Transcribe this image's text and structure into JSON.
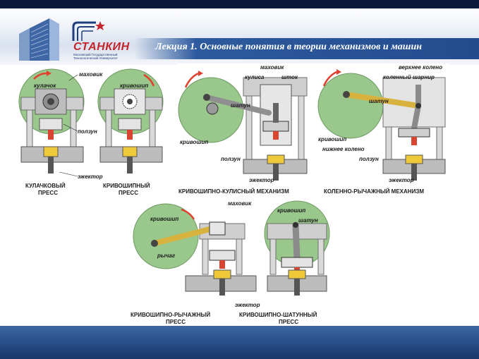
{
  "slide": {
    "title": "Лекция 1. Основные понятия в теории механизмов и машин"
  },
  "logo": {
    "name": "СТАНКИН",
    "subtitle": "Московский Государственный Технологический Университет"
  },
  "figures": {
    "cam_press": {
      "caption_line1": "КУЛАЧКОВЫЙ",
      "caption_line2": "ПРЕСС",
      "flywheel": "маховик",
      "cam": "кулачок",
      "slider": "ползун",
      "ejector": "эжектор"
    },
    "crank_press": {
      "caption_line1": "КРИВОШИПНЫЙ",
      "caption_line2": "ПРЕСС",
      "crank": "кривошип"
    },
    "crank_rocker": {
      "caption": "КРИВОШИПНО-КУЛИСНЫЙ МЕХАНИЗМ",
      "flywheel": "маховик",
      "rocker": "кулиса",
      "rod": "шток",
      "conrod": "шатун",
      "crank": "кривошип",
      "slider": "ползун",
      "ejector": "эжектор"
    },
    "knee_lever": {
      "caption": "КОЛЕННО-РЫЧАЖНЫЙ МЕХАНИЗМ",
      "upper_knee": "верхнее колено",
      "knee_joint": "коленный шарнир",
      "conrod": "шатун",
      "crank": "кривошип",
      "lower_knee": "нижнее колено",
      "slider": "ползун",
      "ejector": "эжектор"
    },
    "crank_lever_press": {
      "caption_line1": "КРИВОШИПНО-РЫЧАЖНЫЙ",
      "caption_line2": "ПРЕСС",
      "flywheel": "маховик",
      "crank": "кривошип",
      "lever": "рычаг",
      "ejector": "эжектор"
    },
    "crank_conrod_press": {
      "caption_line1": "КРИВОШИПНО-ШАТУННЫЙ",
      "caption_line2": "ПРЕСС",
      "crank": "кривошип",
      "conrod": "шатун"
    }
  },
  "colors": {
    "flywheel_green": "#9ac78c",
    "frame_gray": "#cfcfcf",
    "arrow_red": "#e0402e",
    "rod_yellow": "#d8b23e",
    "header_blue": "#234c8e"
  }
}
